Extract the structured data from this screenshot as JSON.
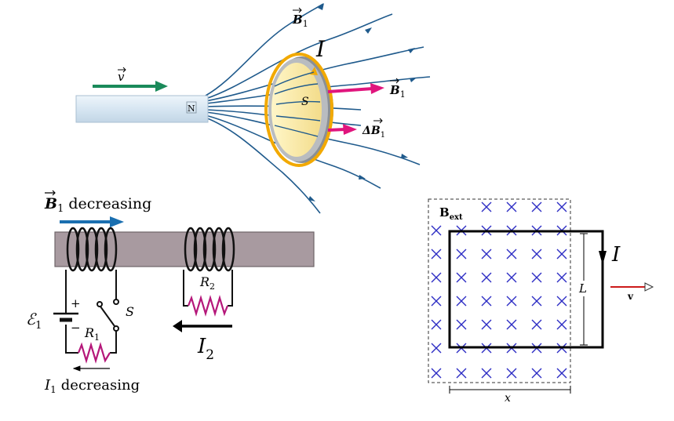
{
  "panel_magnet": {
    "velocity_label": "v",
    "field_label_top": "B",
    "field_label_top_sub": "1",
    "current_label": "I",
    "surface_label": "S",
    "field_label_right": "B",
    "field_label_right_sub": "1",
    "delta_field_label": "ΔB",
    "delta_field_label_sub": "1",
    "magnet_pole_label": "N"
  },
  "panel_coils": {
    "caption_top_symbol": "B",
    "caption_top_sub": "1",
    "caption_top_text": "decreasing",
    "emf_label": "ℰ",
    "emf_sub": "1",
    "plus_sign": "+",
    "minus_sign": "−",
    "switch_label": "S",
    "r1_label": "R",
    "r1_sub": "1",
    "r2_label": "R",
    "r2_sub": "2",
    "i2_label": "I",
    "i2_sub": "2",
    "caption_bottom_symbol": "I",
    "caption_bottom_sub": "1",
    "caption_bottom_text": "decreasing"
  },
  "panel_loop": {
    "field_label": "B",
    "field_label_sub": "ext",
    "current_label": "I",
    "length_label": "L",
    "velocity_label": "v",
    "width_label": "x"
  },
  "colors": {
    "field_line": "#1f5a8c",
    "velocity_arrow": "#1a8a5a",
    "field_arrow": "#e0157d",
    "loop_current": "#f2a900",
    "resistor": "#b5187a",
    "core": "#a89aa0",
    "cross": "#2c2cc4"
  }
}
